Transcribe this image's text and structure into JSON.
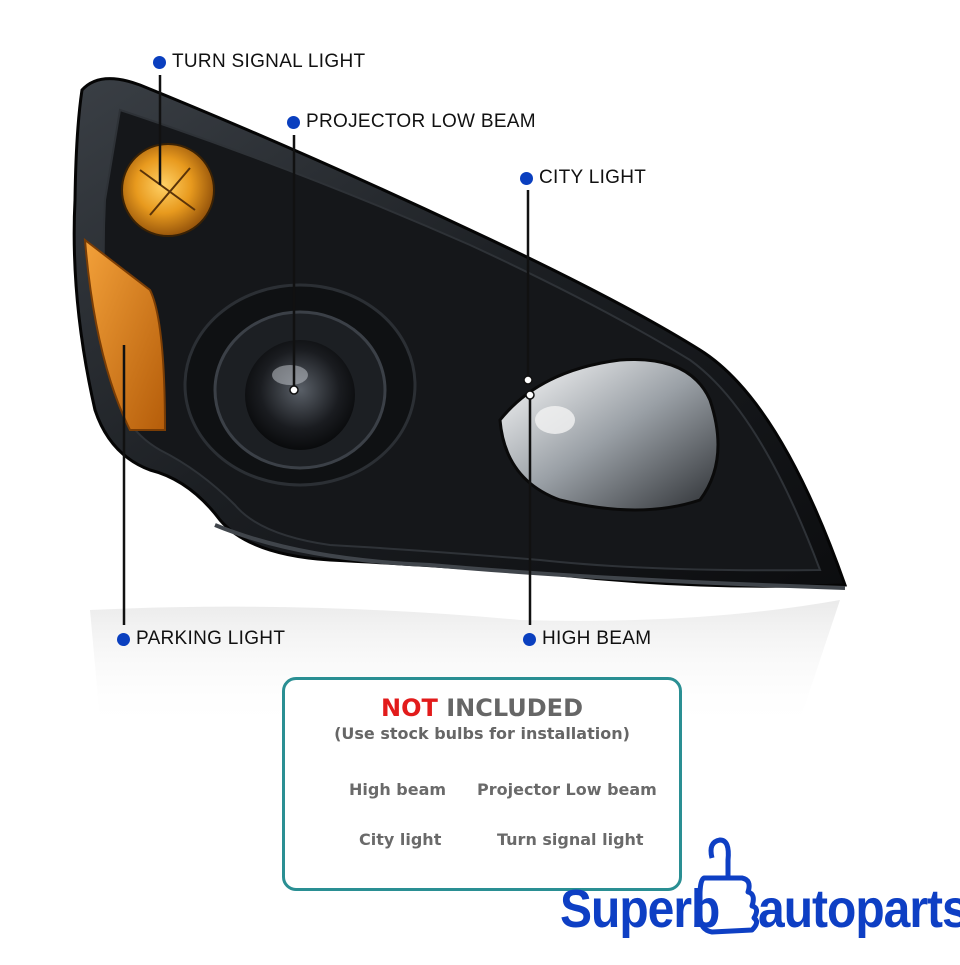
{
  "callouts": {
    "turn_signal": "TURN SIGNAL LIGHT",
    "projector_low_beam": "PROJECTOR LOW BEAM",
    "city_light": "CITY LIGHT",
    "parking_light": "PARKING LIGHT",
    "high_beam": "HIGH BEAM"
  },
  "notice": {
    "title_red": "NOT",
    "title_rest": "INCLUDED",
    "subtitle": "(Use stock bulbs for installation)",
    "items": [
      "High beam",
      "Projector Low beam",
      "City light",
      "Turn signal light"
    ]
  },
  "brand": {
    "left": "Superb",
    "right": "autoparts",
    "color": "#0e3fc4"
  },
  "colors": {
    "dot": "#0a3fbf",
    "box_border": "#2a8f93",
    "not_red": "#e21b1b",
    "amber": "#e08a1a"
  }
}
